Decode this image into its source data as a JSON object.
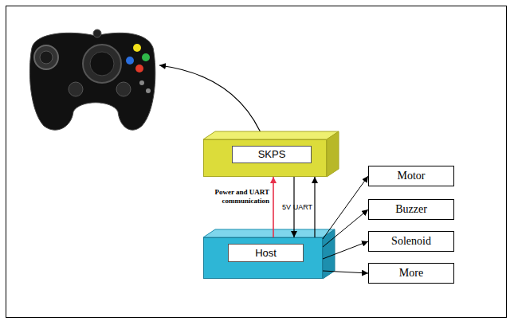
{
  "diagram": {
    "nodes": [
      {
        "text": [
          "SKPS"
        ]
      },
      {
        "text": [
          "Host"
        ]
      },
      {
        "text": [
          "Motor"
        ]
      },
      {
        "text": [
          "Buzzer"
        ]
      },
      {
        "text": [
          "Solenoid"
        ]
      },
      {
        "text": [
          "More"
        ]
      }
    ],
    "edges": [
      {
        "from": 1,
        "to": 0,
        "arrow": "to"
      },
      {
        "from": 0,
        "to": 1,
        "label": "5V",
        "arrow": "to"
      },
      {
        "from": 1,
        "to": 0,
        "label": "UART",
        "arrow": "to"
      },
      {
        "from": 1,
        "to": 2,
        "arrow": "to"
      },
      {
        "from": 1,
        "to": 3,
        "arrow": "to"
      },
      {
        "from": 1,
        "to": 4,
        "arrow": "to"
      },
      {
        "from": 1,
        "to": 5,
        "arrow": "to"
      }
    ],
    "labels": [
      "Power and UART communication"
    ]
  }
}
